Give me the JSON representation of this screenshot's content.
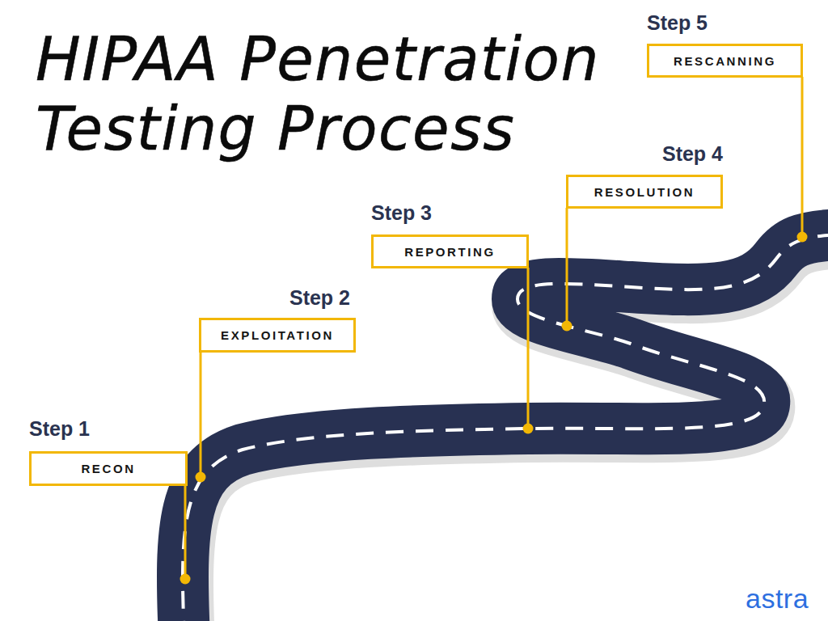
{
  "diagram": {
    "title": "HIPAA Penetration Testing Process",
    "nodes": [
      {
        "text": [
          "Step 1",
          "RECON"
        ]
      },
      {
        "text": [
          "Step 2",
          "EXPLOITATION"
        ]
      },
      {
        "text": [
          "Step 3",
          "REPORTING"
        ]
      },
      {
        "text": [
          "Step 4",
          "RESOLUTION"
        ]
      },
      {
        "text": [
          "Step 5",
          "RESCANNING"
        ]
      }
    ],
    "labels": [
      "astra"
    ]
  }
}
